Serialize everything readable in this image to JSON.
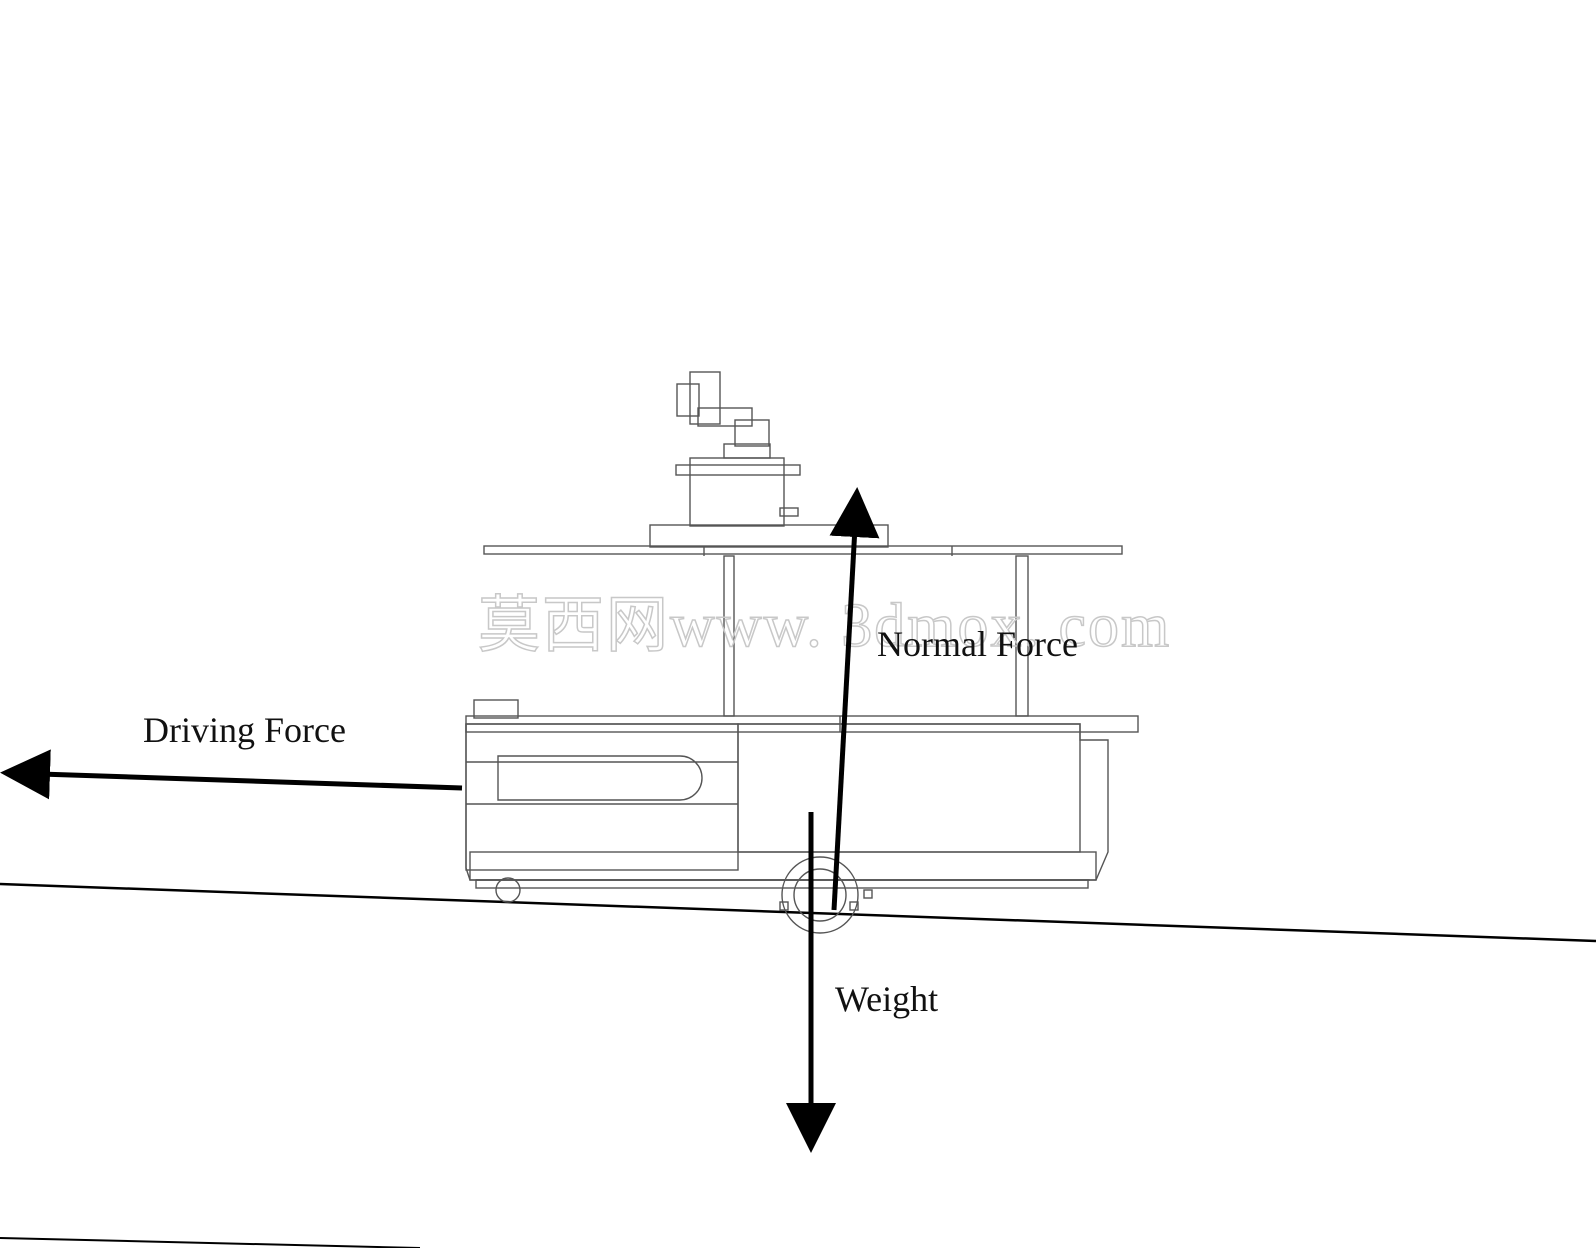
{
  "labels": {
    "driving_force": "Driving Force",
    "normal_force": "Normal Force",
    "weight": "Weight"
  },
  "watermark": "莫西网www. 3dmox. com",
  "colors": {
    "arrow": "#000000",
    "drawing_lines": "#555555",
    "watermark": "#c8c8c8"
  }
}
